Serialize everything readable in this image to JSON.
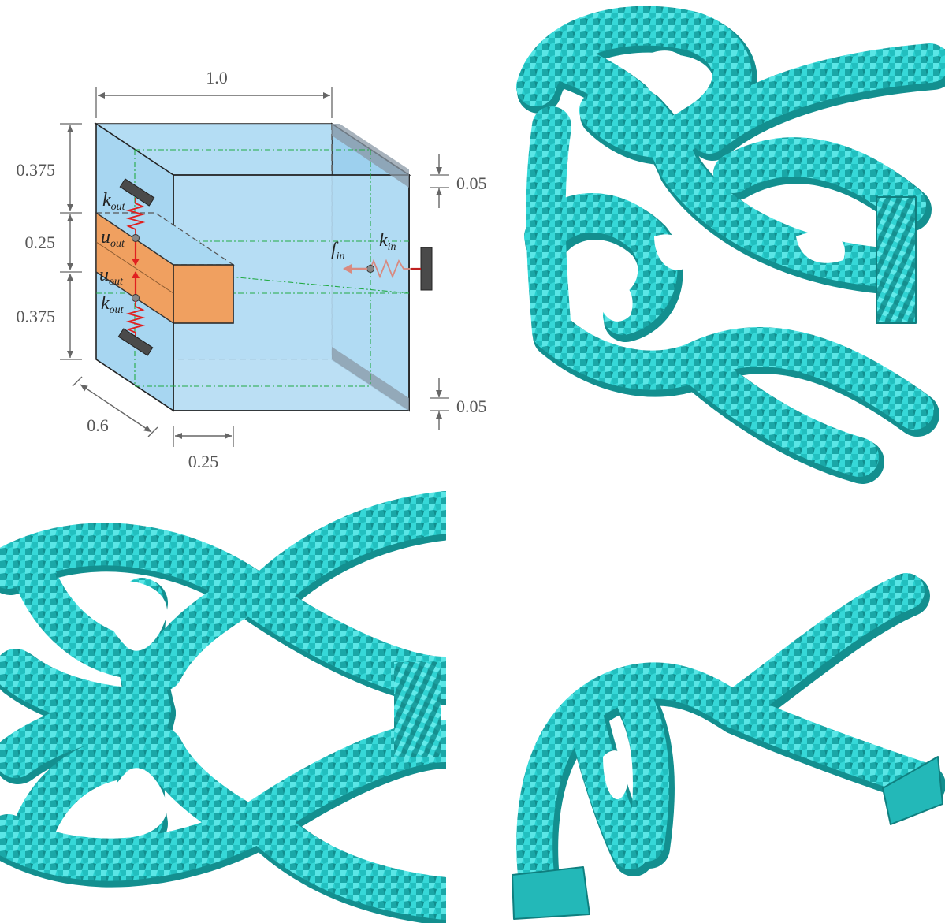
{
  "dimensions": {
    "width": "1.0",
    "height_top": "0.375",
    "height_mid": "0.25",
    "height_bot": "0.375",
    "depth": "0.6",
    "output_depth": "0.25",
    "support_top": "0.05",
    "support_bottom": "0.05"
  },
  "labels": {
    "k_out_top": {
      "sym": "k",
      "sub": "out"
    },
    "u_out_top": {
      "sym": "u",
      "sub": "out"
    },
    "u_out_bottom": {
      "sym": "u",
      "sub": "out"
    },
    "k_out_bottom": {
      "sym": "k",
      "sub": "out"
    },
    "f_in": {
      "sym": "f",
      "sub": "in"
    },
    "k_in": {
      "sym": "k",
      "sub": "in"
    }
  },
  "colors": {
    "domain_fill": "#a9d8f2",
    "output_block": "#f0a060",
    "spring": "#e02020",
    "input_spring": "#d88a80",
    "structure": "#2ad0d0",
    "structure_dark": "#149a9a",
    "dimension": "#666666",
    "centerline": "#22aa44"
  },
  "panels": [
    {
      "view": "problem-setup"
    },
    {
      "view": "optimized-structure-isometric"
    },
    {
      "view": "optimized-structure-front"
    },
    {
      "view": "optimized-structure-quarter"
    }
  ]
}
